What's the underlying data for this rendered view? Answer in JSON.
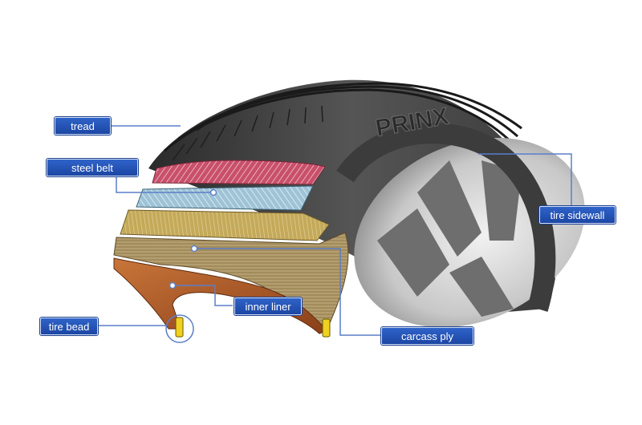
{
  "brand_mark": "PRINX",
  "labels": {
    "tread": "tread",
    "steel_belt": "steel belt",
    "tire_sidewall": "tire sidewall",
    "inner_liner": "inner liner",
    "tire_bead": "tire bead",
    "carcass_ply": "carcass ply"
  },
  "colors": {
    "label_bg": "#2255b8",
    "leader_line": "#5b7fc8",
    "tread_layer": "#c8506a",
    "steel_belt_layer": "#a8c8d8",
    "carcass_layer": "#c9b060",
    "inner_liner_layer": "#b8642e",
    "bead_wire": "#f0d020"
  }
}
